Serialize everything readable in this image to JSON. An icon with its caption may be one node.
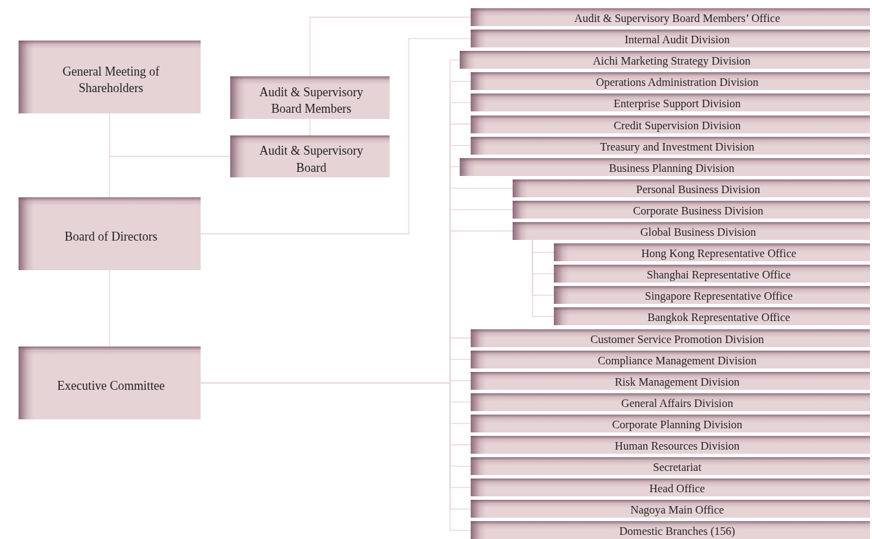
{
  "diagram": {
    "nodes": [
      {
        "text": [
          "General Meeting of Shareholders"
        ]
      },
      {
        "text": [
          "Audit & Supervisory Board Members"
        ]
      },
      {
        "text": [
          "Audit & Supervisory Board"
        ]
      },
      {
        "text": [
          "Board of Directors"
        ]
      },
      {
        "text": [
          "Executive Committee"
        ]
      },
      {
        "text": [
          "Audit & Supervisory Board Members’ Office"
        ]
      },
      {
        "text": [
          "Internal Audit Division"
        ]
      },
      {
        "text": [
          "Aichi Marketing Strategy Division"
        ]
      },
      {
        "text": [
          "Operations Administration Division"
        ]
      },
      {
        "text": [
          "Enterprise Support Division"
        ]
      },
      {
        "text": [
          "Credit Supervision Division"
        ]
      },
      {
        "text": [
          "Treasury and Investment Division"
        ]
      },
      {
        "text": [
          "Business Planning Division"
        ]
      },
      {
        "text": [
          "Personal Business Division"
        ]
      },
      {
        "text": [
          "Corporate Business Division"
        ]
      },
      {
        "text": [
          "Global Business Division"
        ]
      },
      {
        "text": [
          "Hong Kong Representative Office"
        ]
      },
      {
        "text": [
          "Shanghai Representative Office"
        ]
      },
      {
        "text": [
          "Singapore Representative Office"
        ]
      },
      {
        "text": [
          "Bangkok Representative Office"
        ]
      },
      {
        "text": [
          "Customer Service Promotion Division"
        ]
      },
      {
        "text": [
          "Compliance Management Division"
        ]
      },
      {
        "text": [
          "Risk Management Division"
        ]
      },
      {
        "text": [
          "General Affairs Division"
        ]
      },
      {
        "text": [
          "Corporate Planning Division"
        ]
      },
      {
        "text": [
          "Human Resources Division"
        ]
      },
      {
        "text": [
          "Secretariat"
        ]
      },
      {
        "text": [
          "Head Office"
        ]
      },
      {
        "text": [
          "Nagoya Main Office"
        ]
      },
      {
        "text": [
          "Domestic Branches (156)"
        ]
      }
    ],
    "edges": [
      {
        "from": 0,
        "to": 3,
        "arrow": "none"
      },
      {
        "from": 0,
        "to": 2,
        "arrow": "none"
      },
      {
        "from": 3,
        "to": 4,
        "arrow": "none"
      },
      {
        "from": 1,
        "to": 2,
        "arrow": "none"
      },
      {
        "from": 1,
        "to": 5,
        "arrow": "none"
      },
      {
        "from": 3,
        "to": 6,
        "arrow": "none"
      },
      {
        "from": 4,
        "to": 7,
        "arrow": "none"
      },
      {
        "from": 4,
        "to": 8,
        "arrow": "none"
      },
      {
        "from": 4,
        "to": 9,
        "arrow": "none"
      },
      {
        "from": 4,
        "to": 10,
        "arrow": "none"
      },
      {
        "from": 4,
        "to": 11,
        "arrow": "none"
      },
      {
        "from": 4,
        "to": 12,
        "arrow": "none"
      },
      {
        "from": 4,
        "to": 13,
        "arrow": "none"
      },
      {
        "from": 4,
        "to": 14,
        "arrow": "none"
      },
      {
        "from": 4,
        "to": 15,
        "arrow": "none"
      },
      {
        "from": 15,
        "to": 16,
        "arrow": "none"
      },
      {
        "from": 15,
        "to": 17,
        "arrow": "none"
      },
      {
        "from": 15,
        "to": 18,
        "arrow": "none"
      },
      {
        "from": 15,
        "to": 19,
        "arrow": "none"
      },
      {
        "from": 4,
        "to": 20,
        "arrow": "none"
      },
      {
        "from": 4,
        "to": 21,
        "arrow": "none"
      },
      {
        "from": 4,
        "to": 22,
        "arrow": "none"
      },
      {
        "from": 4,
        "to": 23,
        "arrow": "none"
      },
      {
        "from": 4,
        "to": 24,
        "arrow": "none"
      },
      {
        "from": 4,
        "to": 25,
        "arrow": "none"
      },
      {
        "from": 4,
        "to": 26,
        "arrow": "none"
      },
      {
        "from": 4,
        "to": 27,
        "arrow": "none"
      },
      {
        "from": 4,
        "to": 28,
        "arrow": "none"
      },
      {
        "from": 4,
        "to": 29,
        "arrow": "none"
      }
    ]
  }
}
